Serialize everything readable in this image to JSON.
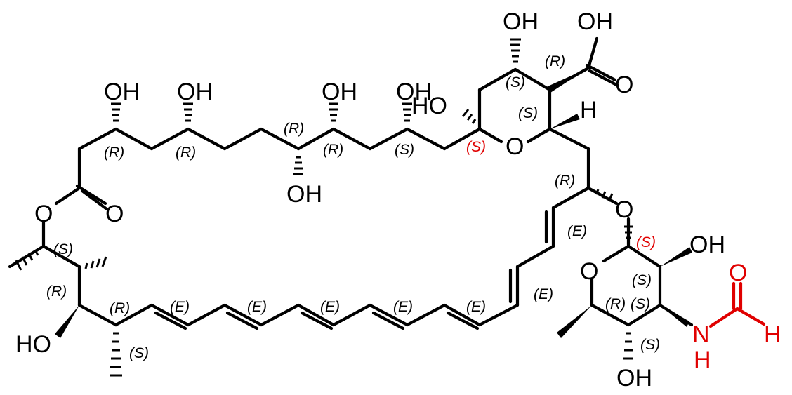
{
  "colors": {
    "bond": "#000000",
    "highlight": "#e00000",
    "background": "#ffffff"
  },
  "atom_labels": {
    "oh_ring_top": "OH",
    "oh_acid": "OH",
    "o_carbonyl_acid": "O",
    "h_ring": "H",
    "ho_hemiketal": "HO",
    "o_ring": "O",
    "oh_c1": "OH",
    "oh_c2": "OH",
    "oh_c3": "OH",
    "oh_c4": "OH",
    "oh_c5_down": "OH",
    "o_ester": "O",
    "o_carbonyl_ester": "O",
    "o_glycoside": "O",
    "o_sugar_ring": "O",
    "oh_sugar": "OH",
    "oh_sugar_bottom": "OH",
    "ho_left": "HO",
    "n_formamide": "N",
    "h_formamide_n": "H",
    "o_formyl": "O",
    "h_formyl": "H"
  },
  "stereo_labels": {
    "r_acid": "(R)",
    "s_ring_upper": "(S)",
    "s_ring_lower": "(S)",
    "s_hemiketal": "(S)",
    "r_c1": "(R)",
    "r_c2": "(R)",
    "r_c4_top": "(R)",
    "r_c4": "(R)",
    "s_c5": "(S)",
    "r_glyco": "(R)",
    "e_1": "(E)",
    "e_2": "(E)",
    "s_anomeric": "(S)",
    "s_sugar_2": "(S)",
    "r_sugar_4": "(R)",
    "s_sugar_3": "(S)",
    "s_sugar_5": "(S)",
    "s_left_1": "(S)",
    "r_left_2": "(R)",
    "r_left_3": "(R)",
    "s_left_4": "(S)",
    "e_3": "(E)",
    "e_4": "(E)",
    "e_5": "(E)",
    "e_6": "(E)",
    "e_7": "(E)"
  }
}
